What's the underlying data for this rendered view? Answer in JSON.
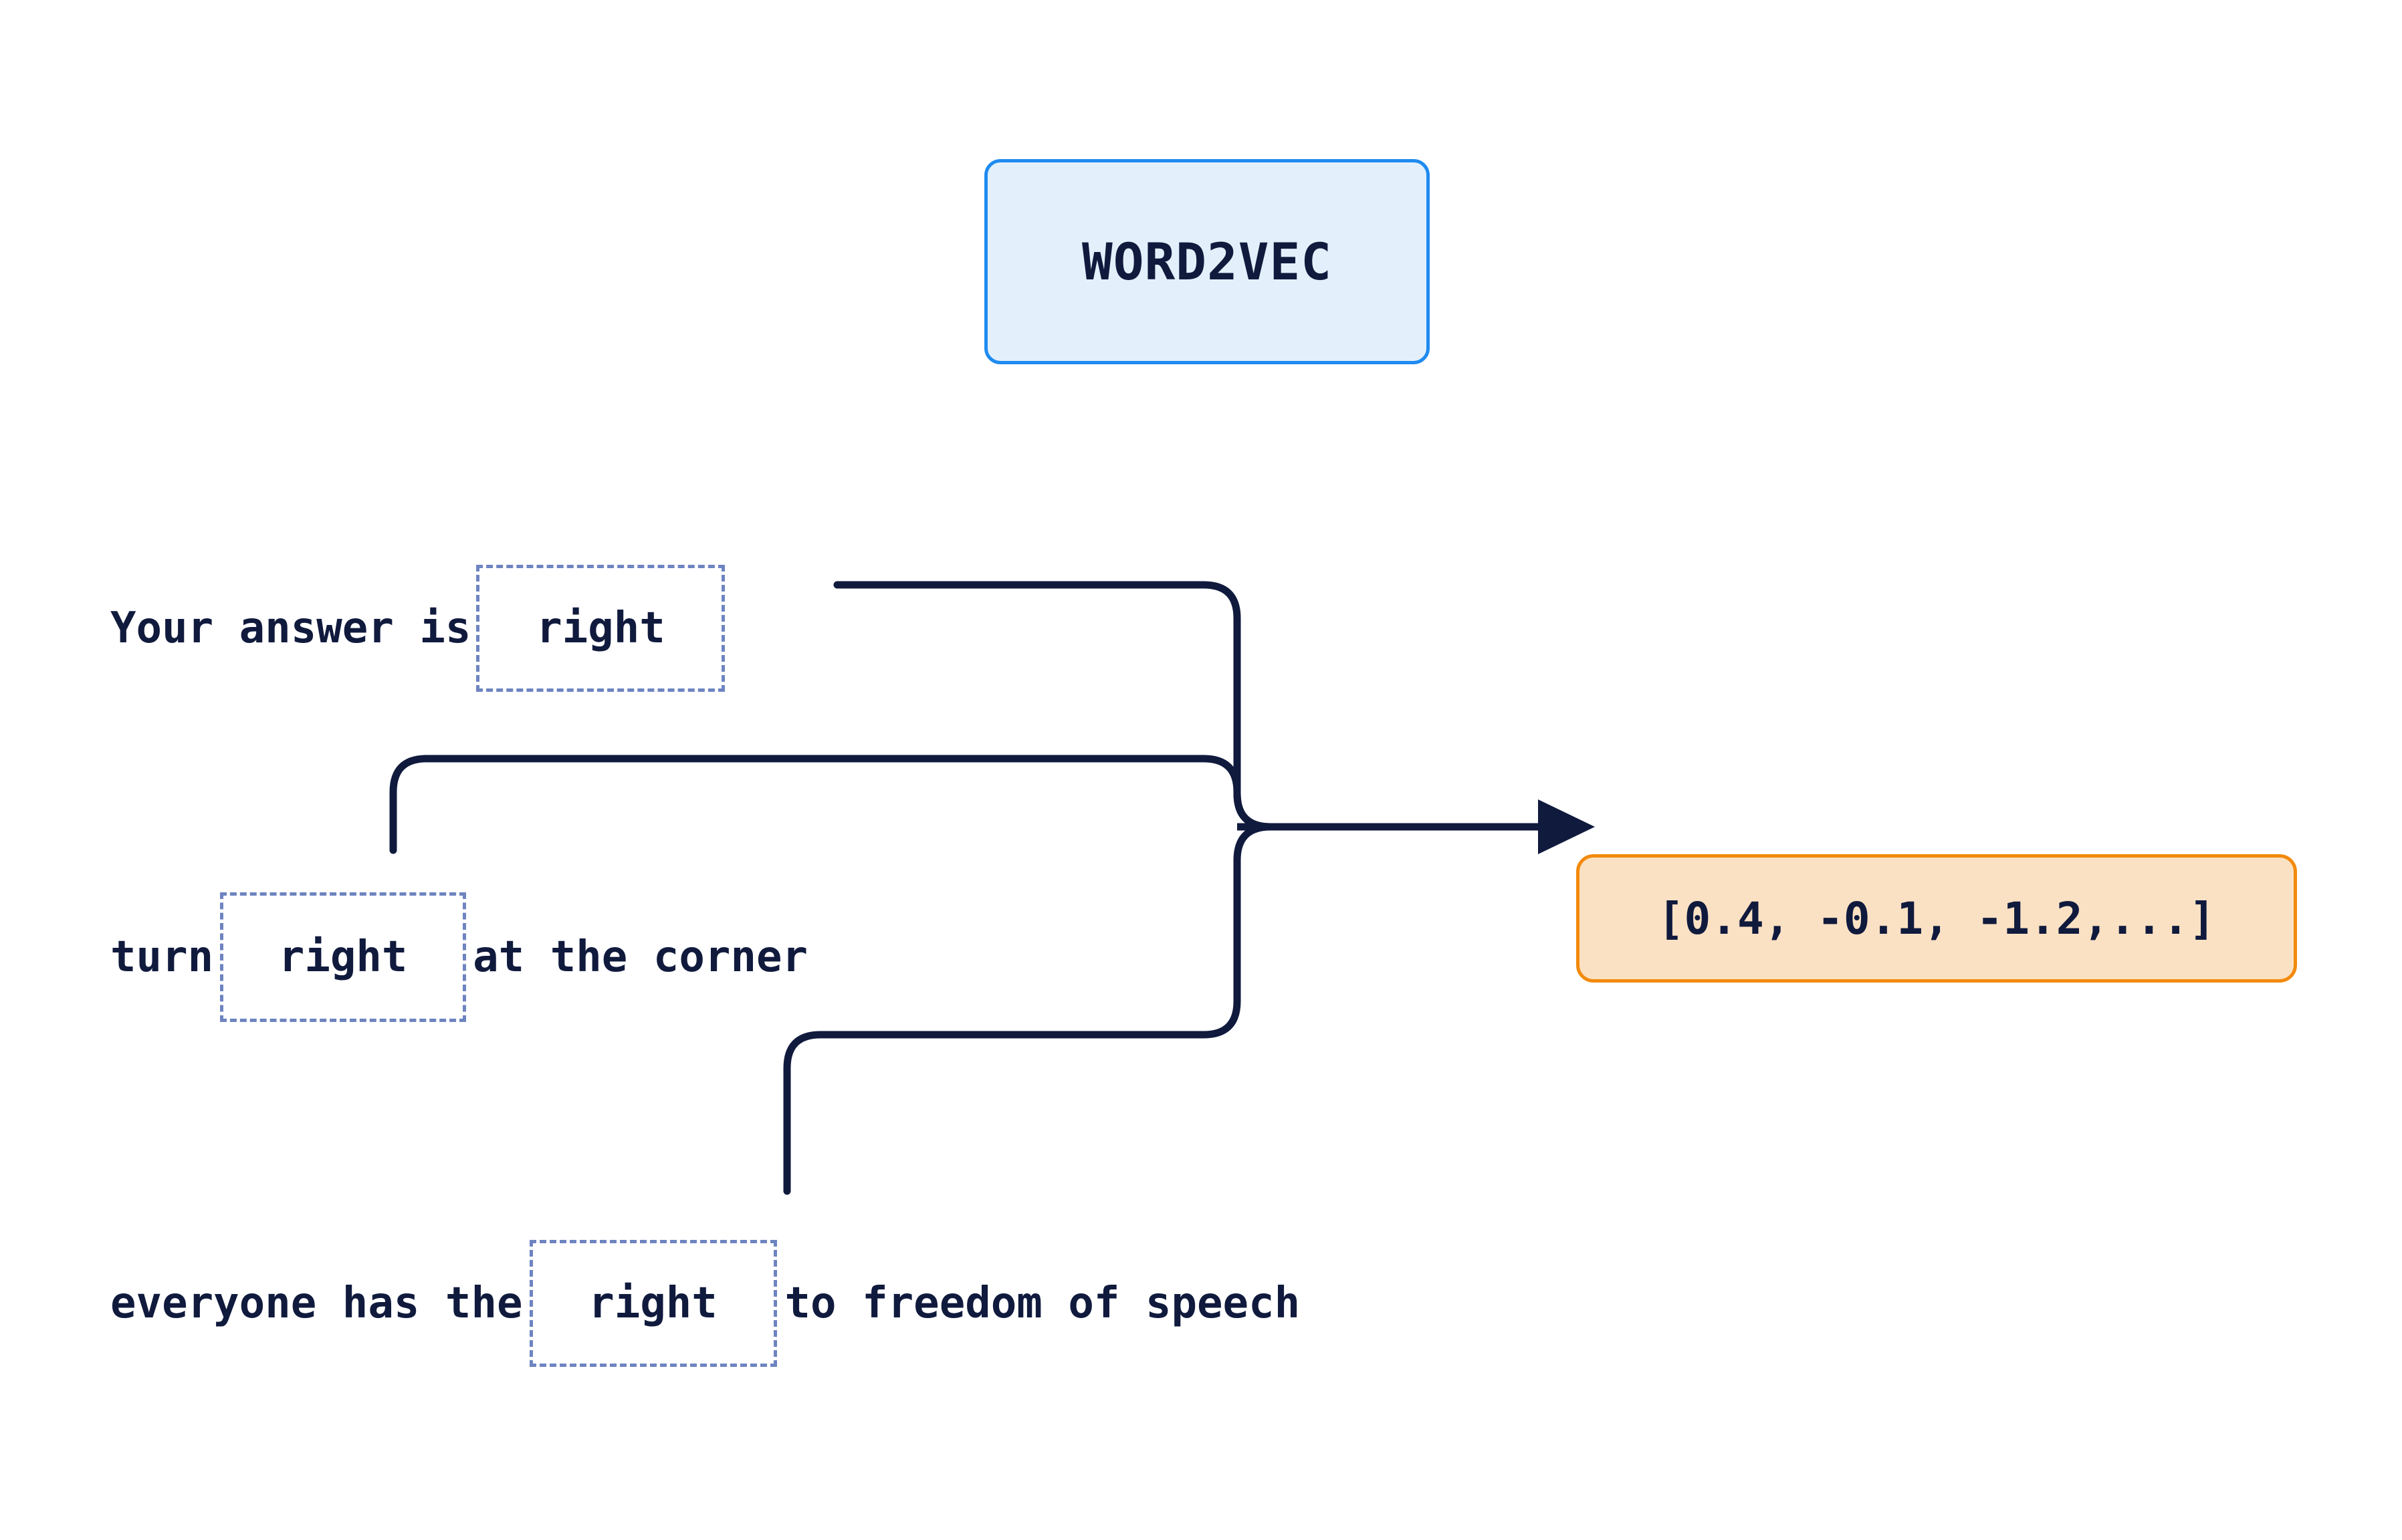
{
  "model": {
    "label": "WORD2VEC",
    "fill_color": "#e3f0fc",
    "border_color": "#1f8bf0"
  },
  "sentences": [
    {
      "id": "sentence-1",
      "prefix": "Your answer is",
      "focus_word": "right",
      "suffix": ""
    },
    {
      "id": "sentence-2",
      "prefix": "turn",
      "focus_word": "right",
      "suffix": "at the corner"
    },
    {
      "id": "sentence-3",
      "prefix": "everyone has the",
      "focus_word": "right",
      "suffix": "to freedom of speech"
    }
  ],
  "embedding": {
    "vector_label": "[0.4, -0.1, -1.2,...]",
    "fill_color": "#fbe1c3",
    "border_color": "#f28a0c"
  },
  "style": {
    "text_color": "#101a3d",
    "focus_box_border_color": "#6e84c1",
    "connector_color": "#101a3d",
    "background": "#ffffff"
  }
}
